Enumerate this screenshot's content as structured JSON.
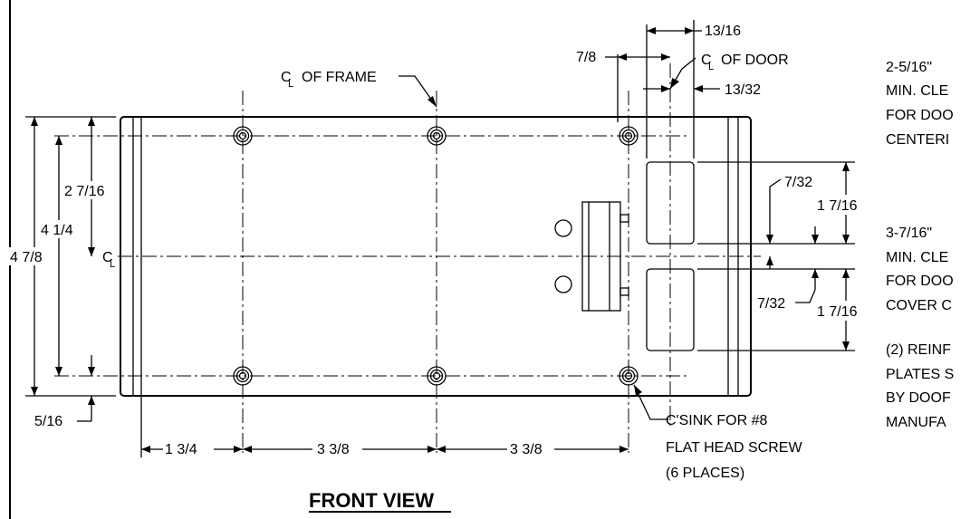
{
  "drawing": {
    "title": "FRONT VIEW",
    "frame_centerline_label": "OF FRAME",
    "door_centerline_label": "OF DOOR",
    "centerline_symbol": "C",
    "centerline_symbol_sub": "L"
  },
  "dimensions": {
    "top_13_16": "13/16",
    "top_7_8": "7/8",
    "top_13_32": "13/32",
    "left_2_7_16": "2 7/16",
    "left_4_1_4": "4 1/4",
    "left_4_7_8": "4 7/8",
    "left_5_16": "5/16",
    "bottom_1_3_4": "1 3/4",
    "bottom_3_3_8_a": "3 3/8",
    "bottom_3_3_8_b": "3 3/8",
    "right_7_32_top": "7/32",
    "right_1_7_16_top": "1 7/16",
    "right_7_32_bottom": "7/32",
    "right_1_7_16_bottom": "1 7/16"
  },
  "notes": {
    "countersink": [
      "C'SINK FOR #8",
      "FLAT HEAD SCREW",
      "(6 PLACES)"
    ],
    "clearance_1": [
      "2-5/16\"",
      "MIN. CLE",
      "FOR DOO",
      "CENTERI"
    ],
    "clearance_2": [
      "3-7/16\"",
      "MIN. CLE",
      "FOR DOO",
      "COVER C"
    ],
    "reinforcement": [
      "(2) REINF",
      "PLATES S",
      "BY DOOF",
      "MANUFA"
    ]
  }
}
